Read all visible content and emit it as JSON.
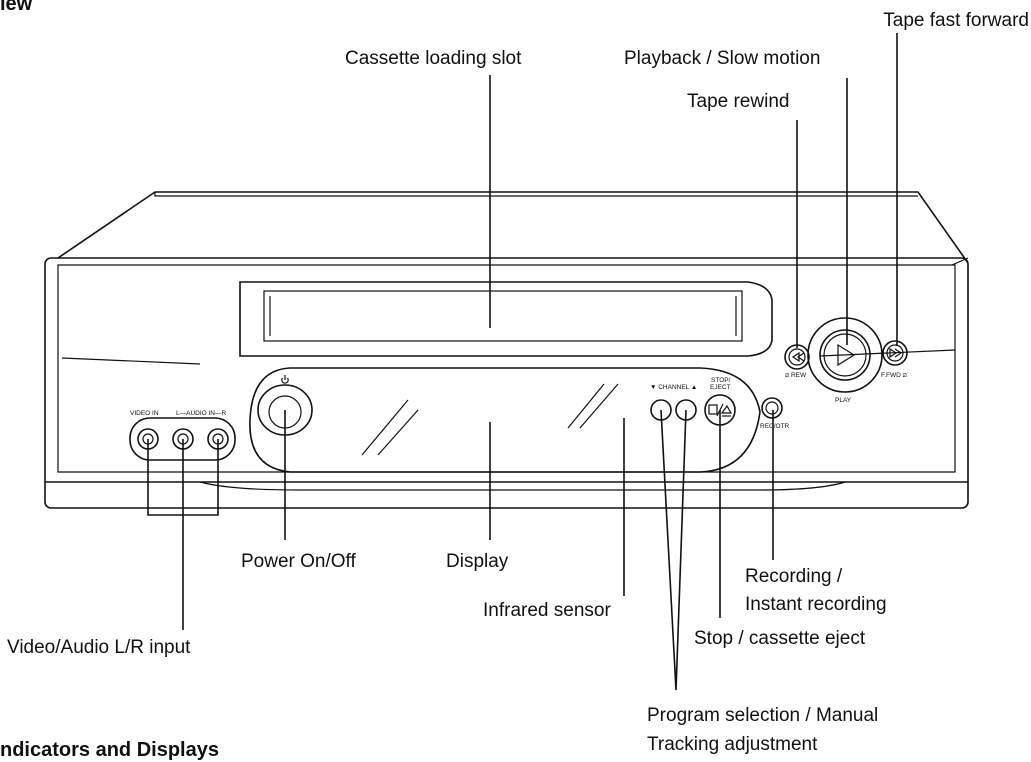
{
  "headers": {
    "top_fragment": "iew",
    "bottom_fragment": "ndicators and Displays"
  },
  "callouts": {
    "tape_fast_forward": "Tape fast forward",
    "cassette_loading_slot": "Cassette loading slot",
    "playback_slow_motion": "Playback / Slow motion",
    "tape_rewind": "Tape rewind",
    "power_on_off": "Power On/Off",
    "display": "Display",
    "recording_line1": "Recording /",
    "recording_line2": "Instant recording",
    "infrared_sensor": "Infrared sensor",
    "stop_cassette_eject": "Stop / cassette eject",
    "video_audio_input": "Video/Audio L/R input",
    "program_selection_line1": "Program selection / Manual",
    "program_selection_line2": "Tracking adjustment"
  },
  "panel_labels": {
    "video_in": "VIDEO  IN",
    "audio_in": "L—AUDIO  IN—R",
    "channel": "▼  CHANNEL  ▲",
    "stop_eject_1": "STOP/",
    "stop_eject_2": "EJECT",
    "rew": "⧄ REW",
    "play": "PLAY",
    "ffwd": "F.FWD ⧄",
    "rec_otr": "REC/OTR"
  },
  "icons": {
    "power": "power-icon",
    "play": "play-triangle-icon",
    "rewind": "rewind-icon",
    "fast_forward": "fast-forward-icon",
    "stop_eject": "stop-eject-icon"
  }
}
